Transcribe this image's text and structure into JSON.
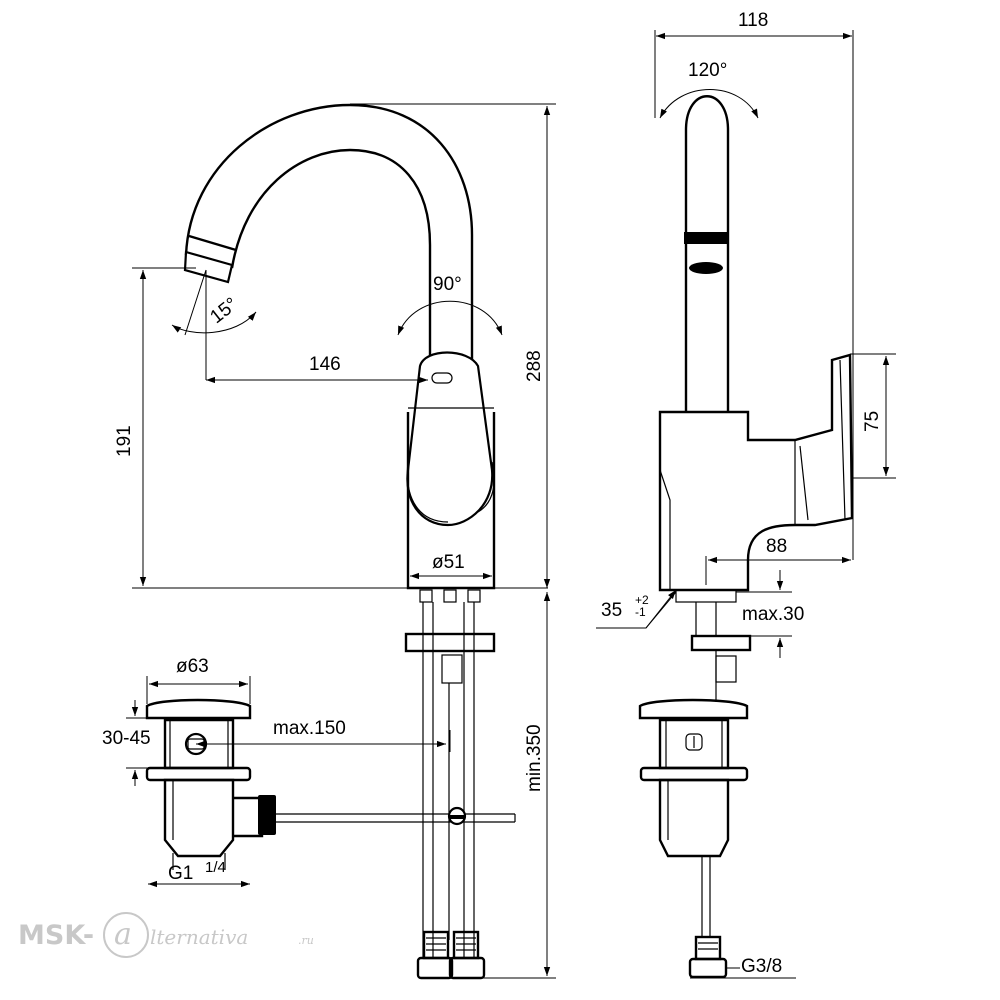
{
  "dimensions": {
    "width_top": "118",
    "rotation_side": "120°",
    "rotation_front": "90°",
    "spout_tilt": "15°",
    "spout_reach": "146",
    "total_height": "288",
    "spout_height": "191",
    "base_diameter": "ø51",
    "lever_height": "75",
    "lever_depth": "88",
    "hole_diameter_base": "35",
    "hole_tol_plus": "+2",
    "hole_tol_minus": "-1",
    "deck_thickness": "max.30",
    "waste_diameter": "ø63",
    "waste_range": "30-45",
    "rod_length": "max.150",
    "hose_length": "min.350",
    "waste_thread": "G1",
    "waste_thread_frac": "1/4",
    "hose_thread": "G3/8"
  },
  "watermark": {
    "brand_left": "MSK-",
    "brand_mark": "a",
    "brand_right": "lternativa",
    "brand_tld": ".ru"
  }
}
